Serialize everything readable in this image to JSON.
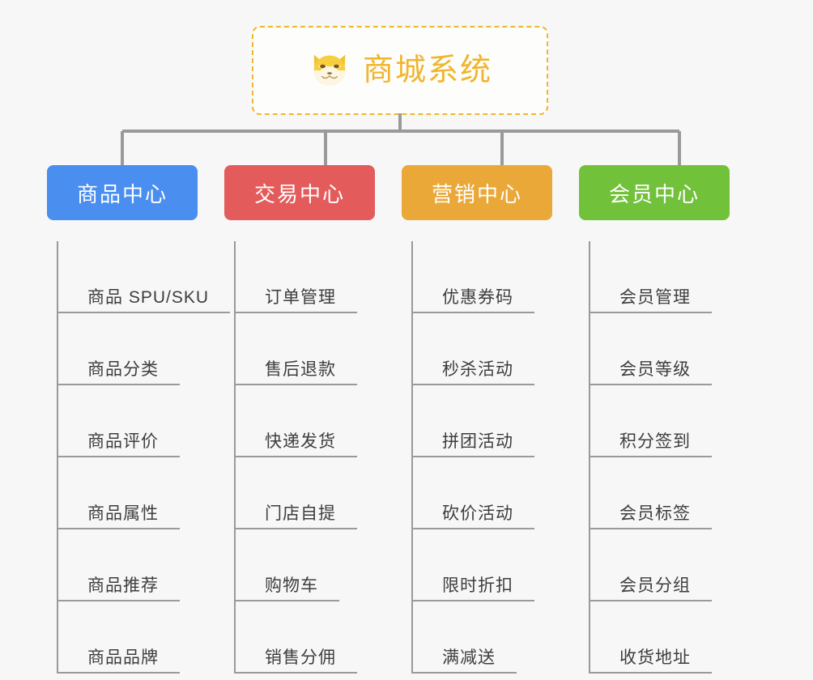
{
  "root": {
    "title": "商城系统",
    "icon": "shiba-inu-face-icon",
    "border_color": "#f0b52e",
    "text_color": "#f0b52e",
    "background": "#fdfdfb"
  },
  "canvas": {
    "background": "#f7f7f7",
    "line_color": "#9a9a9a"
  },
  "branches": [
    {
      "label": "商品中心",
      "color": "#4a8ef0",
      "items": [
        "商品 SPU/SKU",
        "商品分类",
        "商品评价",
        "商品属性",
        "商品推荐",
        "商品品牌"
      ]
    },
    {
      "label": "交易中心",
      "color": "#e35b5b",
      "items": [
        "订单管理",
        "售后退款",
        "快递发货",
        "门店自提",
        "购物车",
        "销售分佣"
      ]
    },
    {
      "label": "营销中心",
      "color": "#eaa838",
      "items": [
        "优惠券码",
        "秒杀活动",
        "拼团活动",
        "砍价活动",
        "限时折扣",
        "满减送"
      ]
    },
    {
      "label": "会员中心",
      "color": "#72c13b",
      "items": [
        "会员管理",
        "会员等级",
        "积分签到",
        "会员标签",
        "会员分组",
        "收货地址"
      ]
    }
  ]
}
